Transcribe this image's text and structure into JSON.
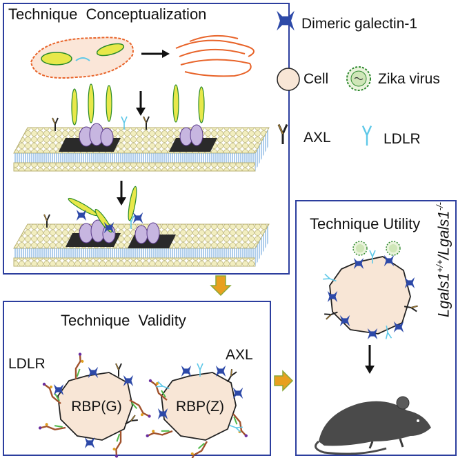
{
  "panels": {
    "conceptualization": {
      "title": "Technique  Conceptualization"
    },
    "validity": {
      "title": "Technique  Validity",
      "cell_left": "RBP(G)",
      "cell_right": "RBP(Z)",
      "label_ldlr": "LDLR",
      "label_axl": "AXL"
    },
    "utility": {
      "title": "Technique Utility",
      "genotype_base": "Lgals1",
      "genotype_sup1": "+/+",
      "genotype_sup2": "-/-",
      "genotype_sep": "/"
    }
  },
  "legend": {
    "galectin": "Dimeric galectin-1",
    "cell": "Cell",
    "virus": "Zika virus",
    "axl": "AXL",
    "ldlr": "LDLR"
  },
  "colors": {
    "frame": "#2c3e9e",
    "galectin_blue": "#2d49a8",
    "cell_fill": "#f8e6d6",
    "ldlr_cyan": "#5ec8e8",
    "axl_brown": "#7a5a2a",
    "arrow_orange": "#e8a020",
    "arrow_green": "#8aa838",
    "membrane_yellow": "#f2eec0",
    "membrane_blue": "#7aaee0",
    "er_orange": "#e8642a",
    "mouse_gray": "#4a4a4a"
  },
  "icons": [
    "galectin-dimer-icon",
    "cell-icon",
    "zika-virus-icon",
    "axl-receptor-icon",
    "ldlr-receptor-icon",
    "mouse-icon"
  ]
}
